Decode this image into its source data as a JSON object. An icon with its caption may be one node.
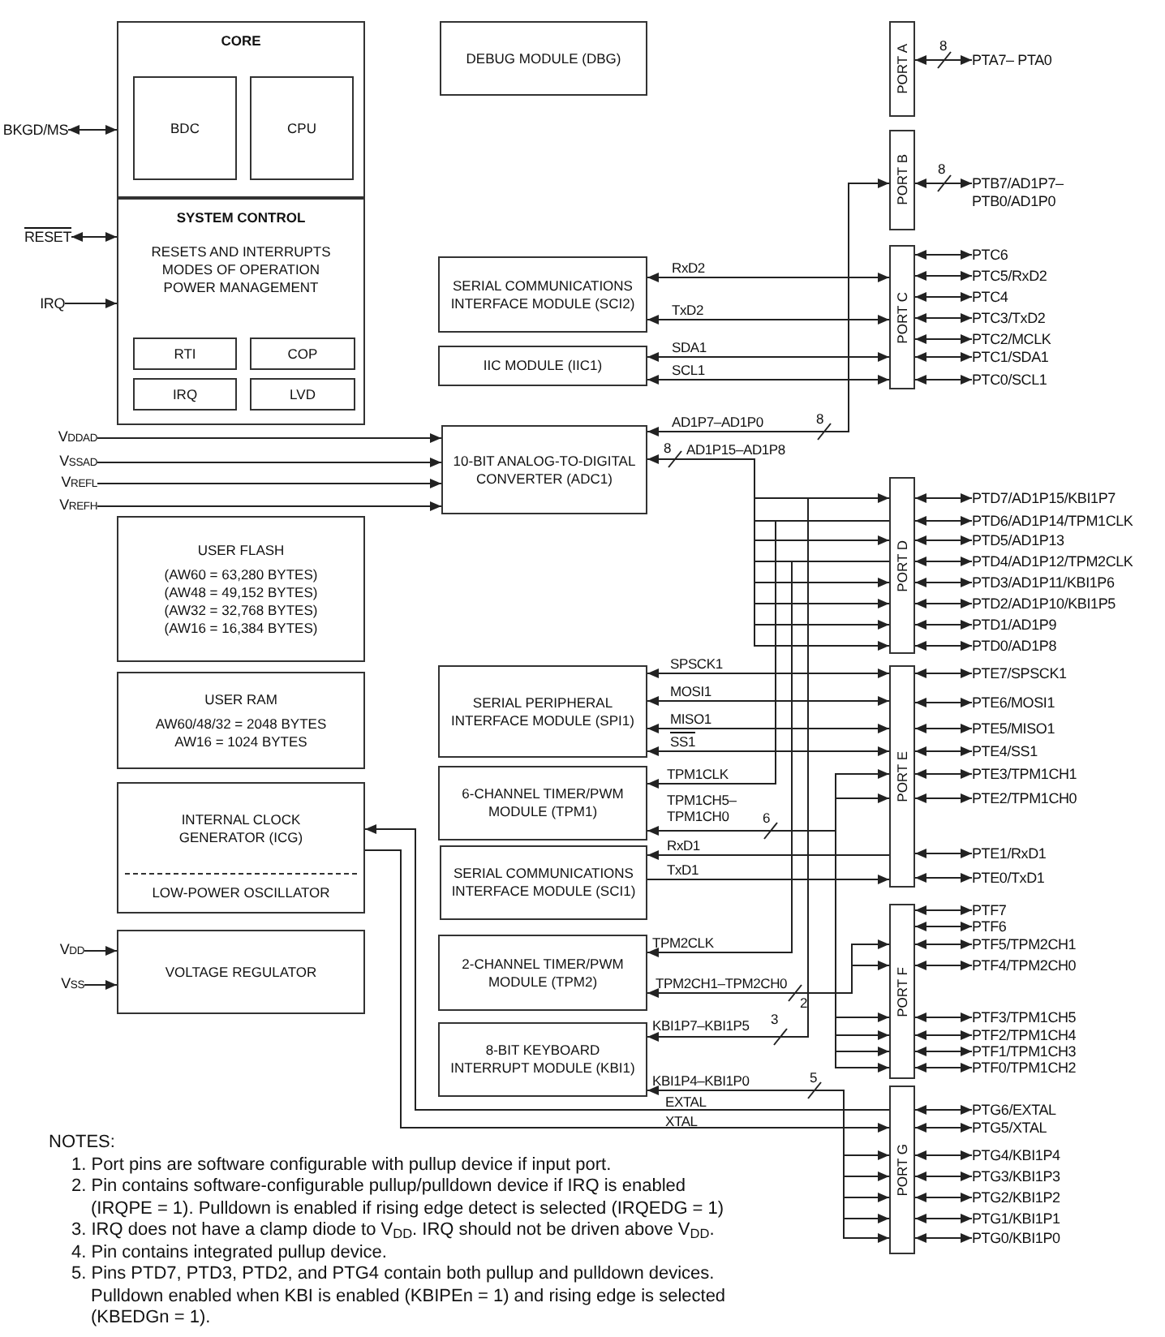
{
  "diagram": {
    "nodes": [
      {
        "text": [
          "CORE"
        ]
      },
      {
        "text": [
          "BDC"
        ],
        "in": 0
      },
      {
        "text": [
          "CPU"
        ],
        "in": 0
      },
      {
        "text": [
          "SYSTEM CONTROL",
          "RESETS AND INTERRUPTS",
          "MODES OF OPERATION",
          "POWER MANAGEMENT"
        ]
      },
      {
        "text": [
          "RTI"
        ],
        "in": 3
      },
      {
        "text": [
          "COP"
        ],
        "in": 3
      },
      {
        "text": [
          "IRQ"
        ],
        "in": 3
      },
      {
        "text": [
          "LVD"
        ],
        "in": 3
      },
      {
        "text": [
          "DEBUG MODULE (DBG)"
        ]
      },
      {
        "text": [
          "SERIAL COMMUNICATIONS INTERFACE MODULE (SCI2)"
        ]
      },
      {
        "text": [
          "IIC MODULE (IIC1)"
        ]
      },
      {
        "text": [
          "10-BIT ANALOG-TO-DIGITAL CONVERTER (ADC1)"
        ]
      },
      {
        "text": [
          "USER FLASH",
          "(AW60 = 63,280 BYTES)",
          "(AW48 = 49,152 BYTES)",
          "(AW32 = 32,768 BYTES)",
          "(AW16 = 16,384 BYTES)"
        ]
      },
      {
        "text": [
          "USER RAM",
          "AW60/48/32 = 2048 BYTES",
          "AW16 = 1024 BYTES"
        ]
      },
      {
        "text": [
          "INTERNAL CLOCK GENERATOR (ICG)",
          "LOW-POWER OSCILLATOR"
        ]
      },
      {
        "text": [
          "VOLTAGE REGULATOR"
        ]
      },
      {
        "text": [
          "SERIAL PERIPHERAL INTERFACE MODULE (SPI1)"
        ]
      },
      {
        "text": [
          "6-CHANNEL TIMER/PWM MODULE (TPM1)"
        ]
      },
      {
        "text": [
          "SERIAL COMMUNICATIONS INTERFACE MODULE (SCI1)"
        ]
      },
      {
        "text": [
          "2-CHANNEL TIMER/PWM MODULE (TPM2)"
        ]
      },
      {
        "text": [
          "8-BIT KEYBOARD INTERRUPT MODULE (KBI1)"
        ]
      },
      {
        "text": [
          "PORT A"
        ]
      },
      {
        "text": [
          "PORT B"
        ]
      },
      {
        "text": [
          "PORT C"
        ]
      },
      {
        "text": [
          "PORT D"
        ]
      },
      {
        "text": [
          "PORT E"
        ]
      },
      {
        "text": [
          "PORT F"
        ]
      },
      {
        "text": [
          "PORT G"
        ]
      },
      {
        "text": [
          "BKGD/MS"
        ]
      },
      {
        "text": [
          "RESET"
        ]
      },
      {
        "text": [
          "IRQ"
        ]
      },
      {
        "text": [
          "V$_{DDAD}$"
        ]
      },
      {
        "text": [
          "V$_{SSAD}$"
        ]
      },
      {
        "text": [
          "V$_{REFL}$"
        ]
      },
      {
        "text": [
          "V$_{REFH}$"
        ]
      },
      {
        "text": [
          "V$_{DD}$"
        ]
      },
      {
        "text": [
          "V$_{SS}$"
        ]
      },
      {
        "text": [
          "PTA7– PTA0"
        ]
      },
      {
        "text": [
          "PTB7/AD1P7– PTB0/AD1P0"
        ]
      },
      {
        "text": [
          "PTC6"
        ]
      },
      {
        "text": [
          "PTC5/RxD2"
        ]
      },
      {
        "text": [
          "PTC4"
        ]
      },
      {
        "text": [
          "PTC3/TxD2"
        ]
      },
      {
        "text": [
          "PTC2/MCLK"
        ]
      },
      {
        "text": [
          "PTC1/SDA1"
        ]
      },
      {
        "text": [
          "PTC0/SCL1"
        ]
      },
      {
        "text": [
          "PTD7/AD1P15/KBI1P7"
        ]
      },
      {
        "text": [
          "PTD6/AD1P14/TPM1CLK"
        ]
      },
      {
        "text": [
          "PTD5/AD1P13"
        ]
      },
      {
        "text": [
          "PTD4/AD1P12/TPM2CLK"
        ]
      },
      {
        "text": [
          "PTD3/AD1P11/KBI1P6"
        ]
      },
      {
        "text": [
          "PTD2/AD1P10/KBI1P5"
        ]
      },
      {
        "text": [
          "PTD1/AD1P9"
        ]
      },
      {
        "text": [
          "PTD0/AD1P8"
        ]
      },
      {
        "text": [
          "PTE7/SPSCK1"
        ]
      },
      {
        "text": [
          "PTE6/MOSI1"
        ]
      },
      {
        "text": [
          "PTE5/MISO1"
        ]
      },
      {
        "text": [
          "PTE4/SS1"
        ]
      },
      {
        "text": [
          "PTE3/TPM1CH1"
        ]
      },
      {
        "text": [
          "PTE2/TPM1CH0"
        ]
      },
      {
        "text": [
          "PTE1/RxD1"
        ]
      },
      {
        "text": [
          "PTE0/TxD1"
        ]
      },
      {
        "text": [
          "PTF7"
        ]
      },
      {
        "text": [
          "PTF6"
        ]
      },
      {
        "text": [
          "PTF5/TPM2CH1"
        ]
      },
      {
        "text": [
          "PTF4/TPM2CH0"
        ]
      },
      {
        "text": [
          "PTF3/TPM1CH5"
        ]
      },
      {
        "text": [
          "PTF2/TPM1CH4"
        ]
      },
      {
        "text": [
          "PTF1/TPM1CH3"
        ]
      },
      {
        "text": [
          "PTF0/TPM1CH2"
        ]
      },
      {
        "text": [
          "PTG6/EXTAL"
        ]
      },
      {
        "text": [
          "PTG5/XTAL"
        ]
      },
      {
        "text": [
          "PTG4/KBI1P4"
        ]
      },
      {
        "text": [
          "PTG3/KBI1P3"
        ]
      },
      {
        "text": [
          "PTG2/KBI1P2"
        ]
      },
      {
        "text": [
          "PTG1/KBI1P1"
        ]
      },
      {
        "text": [
          "PTG0/KBI1P0"
        ]
      }
    ],
    "edges": [
      {
        "from": 28,
        "to": 0,
        "arrow": "both"
      },
      {
        "from": 29,
        "to": 3,
        "arrow": "both"
      },
      {
        "from": 30,
        "to": 3,
        "arrow": "to"
      },
      {
        "from": 31,
        "to": 11,
        "arrow": "to"
      },
      {
        "from": 32,
        "to": 11,
        "arrow": "to"
      },
      {
        "from": 33,
        "to": 11,
        "arrow": "to"
      },
      {
        "from": 34,
        "to": 11,
        "arrow": "to"
      },
      {
        "from": 35,
        "to": 15,
        "arrow": "to"
      },
      {
        "from": 36,
        "to": 15,
        "arrow": "to"
      },
      {
        "from": 21,
        "to": 37,
        "arrow": "both"
      },
      {
        "from": 22,
        "to": 38,
        "arrow": "both"
      },
      {
        "from": 23,
        "to": 39,
        "arrow": "both"
      },
      {
        "from": 23,
        "to": 40,
        "arrow": "both"
      },
      {
        "from": 23,
        "to": 41,
        "arrow": "both"
      },
      {
        "from": 23,
        "to": 42,
        "arrow": "both"
      },
      {
        "from": 23,
        "to": 43,
        "arrow": "both"
      },
      {
        "from": 23,
        "to": 44,
        "arrow": "both"
      },
      {
        "from": 23,
        "to": 45,
        "arrow": "both"
      },
      {
        "from": 24,
        "to": 46,
        "arrow": "both"
      },
      {
        "from": 24,
        "to": 47,
        "arrow": "both"
      },
      {
        "from": 24,
        "to": 48,
        "arrow": "both"
      },
      {
        "from": 24,
        "to": 49,
        "arrow": "both"
      },
      {
        "from": 24,
        "to": 50,
        "arrow": "both"
      },
      {
        "from": 24,
        "to": 51,
        "arrow": "both"
      },
      {
        "from": 24,
        "to": 52,
        "arrow": "both"
      },
      {
        "from": 24,
        "to": 53,
        "arrow": "both"
      },
      {
        "from": 25,
        "to": 54,
        "arrow": "both"
      },
      {
        "from": 25,
        "to": 55,
        "arrow": "both"
      },
      {
        "from": 25,
        "to": 56,
        "arrow": "both"
      },
      {
        "from": 25,
        "to": 57,
        "arrow": "both"
      },
      {
        "from": 25,
        "to": 58,
        "arrow": "both"
      },
      {
        "from": 25,
        "to": 59,
        "arrow": "both"
      },
      {
        "from": 25,
        "to": 60,
        "arrow": "both"
      },
      {
        "from": 25,
        "to": 61,
        "arrow": "both"
      },
      {
        "from": 26,
        "to": 62,
        "arrow": "both"
      },
      {
        "from": 26,
        "to": 63,
        "arrow": "both"
      },
      {
        "from": 26,
        "to": 64,
        "arrow": "both"
      },
      {
        "from": 26,
        "to": 65,
        "arrow": "both"
      },
      {
        "from": 26,
        "to": 66,
        "arrow": "both"
      },
      {
        "from": 26,
        "to": 67,
        "arrow": "both"
      },
      {
        "from": 26,
        "to": 68,
        "arrow": "both"
      },
      {
        "from": 26,
        "to": 69,
        "arrow": "both"
      },
      {
        "from": 27,
        "to": 70,
        "arrow": "both"
      },
      {
        "from": 27,
        "to": 71,
        "arrow": "both"
      },
      {
        "from": 27,
        "to": 72,
        "arrow": "both"
      },
      {
        "from": 27,
        "to": 73,
        "arrow": "both"
      },
      {
        "from": 27,
        "to": 74,
        "arrow": "both"
      },
      {
        "from": 27,
        "to": 75,
        "arrow": "both"
      },
      {
        "from": 27,
        "to": 76,
        "arrow": "both"
      },
      {
        "from": 9,
        "to": 23,
        "arrow": "both",
        "label": "RxD2"
      },
      {
        "from": 9,
        "to": 23,
        "arrow": "both",
        "label": "TxD2"
      },
      {
        "from": 10,
        "to": 23,
        "arrow": "both",
        "label": "SDA1"
      },
      {
        "from": 10,
        "to": 23,
        "arrow": "both",
        "label": "SCL1"
      },
      {
        "from": 11,
        "to": 22,
        "arrow": "both",
        "label": "AD1P7–AD1P0"
      },
      {
        "from": 11,
        "to": 24,
        "arrow": "both",
        "label": "AD1P15–AD1P8"
      },
      {
        "from": 16,
        "to": 25,
        "arrow": "both",
        "label": "SPSCK1"
      },
      {
        "from": 16,
        "to": 25,
        "arrow": "both",
        "label": "MOSI1"
      },
      {
        "from": 16,
        "to": 25,
        "arrow": "both",
        "label": "MISO1"
      },
      {
        "from": 16,
        "to": 25,
        "arrow": "both",
        "label": "SS1"
      },
      {
        "from": 24,
        "to": 17,
        "arrow": "to",
        "label": "TPM1CLK"
      },
      {
        "from": 17,
        "to": 25,
        "arrow": "both",
        "label": "TPM1CH5– TPM1CH0"
      },
      {
        "from": 17,
        "to": 26,
        "arrow": "to"
      },
      {
        "from": 25,
        "to": 18,
        "arrow": "to",
        "label": "RxD1"
      },
      {
        "from": 18,
        "to": 25,
        "arrow": "to",
        "label": "TxD1"
      },
      {
        "from": 24,
        "to": 19,
        "arrow": "to",
        "label": "TPM2CLK"
      },
      {
        "from": 19,
        "to": 26,
        "arrow": "both",
        "label": "TPM2CH1–TPM2CH0"
      },
      {
        "from": 24,
        "to": 20,
        "arrow": "to",
        "label": "KBI1P7–KBI1P5"
      },
      {
        "from": 20,
        "to": 27,
        "arrow": "both",
        "label": "KBI1P4–KBI1P0"
      },
      {
        "from": 27,
        "to": 14,
        "arrow": "to",
        "label": "EXTAL"
      },
      {
        "from": 14,
        "to": 27,
        "arrow": "to",
        "label": "XTAL"
      }
    ],
    "labels": [
      "8",
      "8",
      "8",
      "8",
      "6",
      "2",
      "3",
      "5",
      "NOTES:",
      "1. Port pins are software configurable with pullup device if input port.",
      "2. Pin contains software-configurable pullup/pulldown device if IRQ is enabled (IRQPE = 1). Pulldown is enabled if rising edge detect is selected (IRQEDG = 1)",
      "3. IRQ does not have a clamp diode to V$_{DD}$. IRQ should not be driven above V$_{DD}$.",
      "4. Pin contains integrated pullup device.",
      "5. Pins PTD7, PTD3, PTD2, and PTG4 contain both pullup and pulldown devices. Pulldown enabled when KBI is enabled (KBIPEn = 1) and rising edge is selected (KBEDGn = 1)."
    ]
  }
}
